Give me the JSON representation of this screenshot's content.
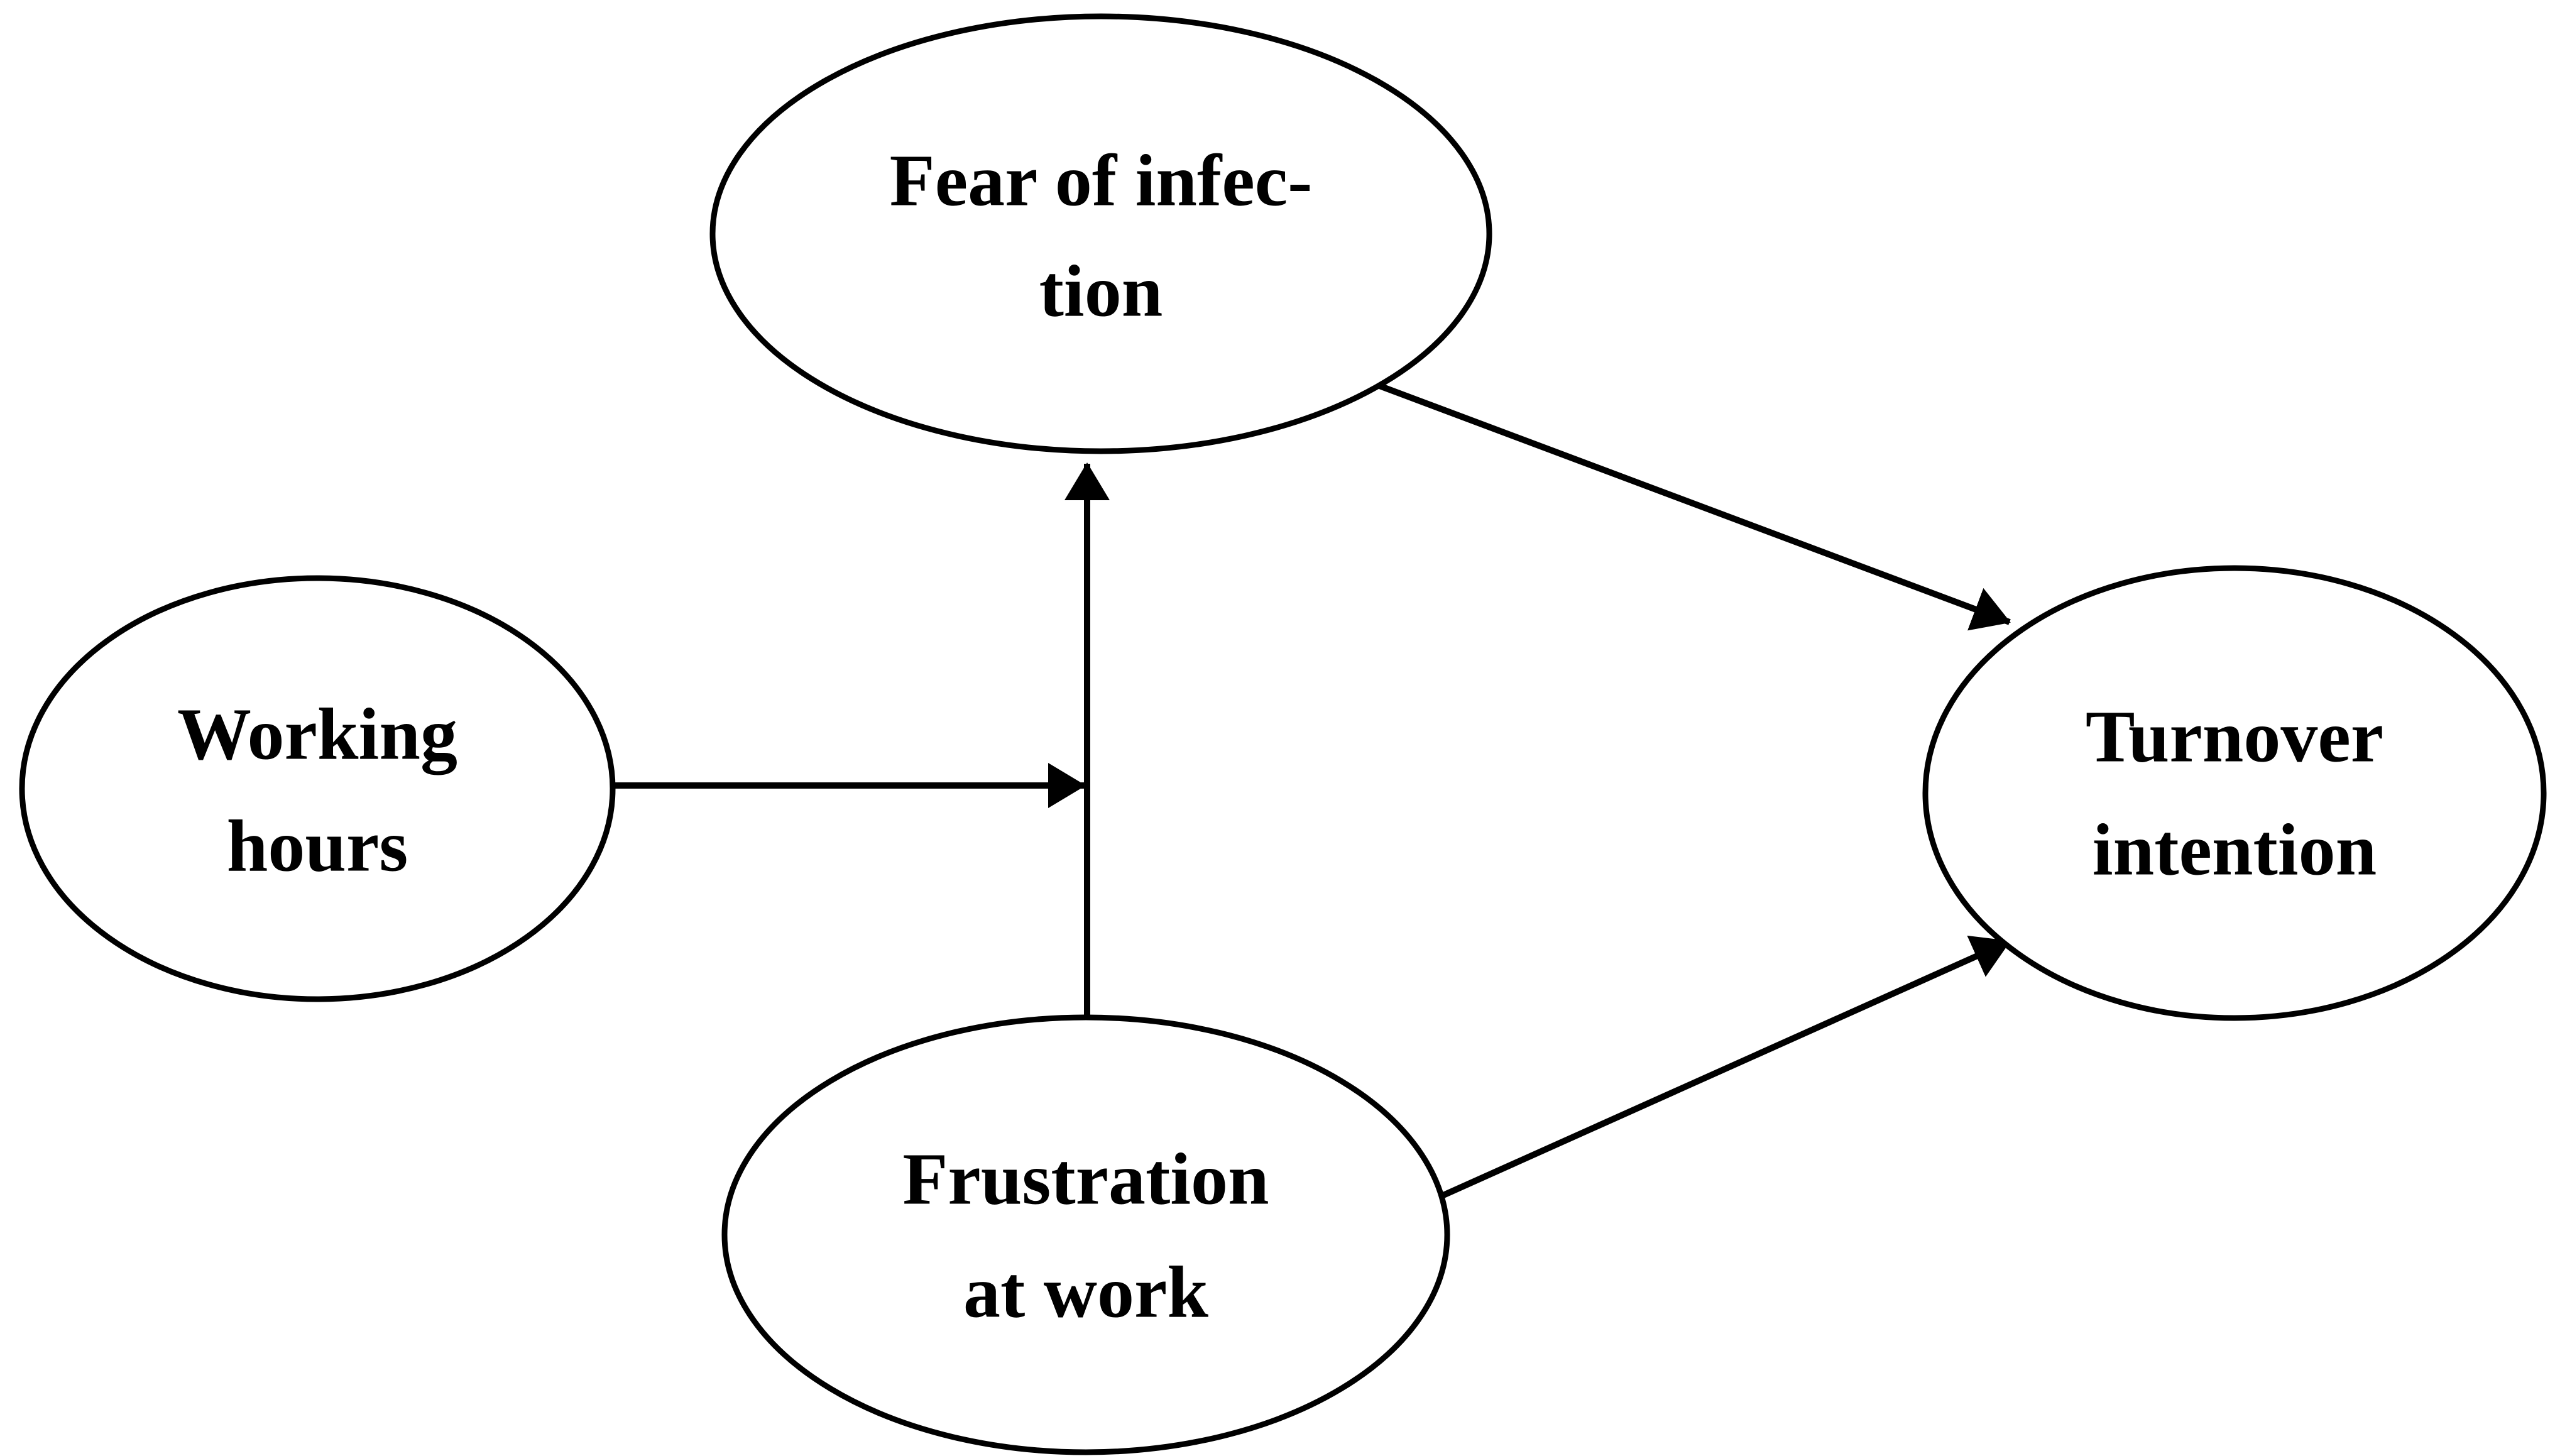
{
  "diagram": {
    "type": "path-model",
    "colors": {
      "background": "#ffffff",
      "line": "#000000",
      "text": "#000000"
    },
    "nodes": {
      "fear": {
        "label": "Fear of infection",
        "line1": "Fear of infec-",
        "line2": "tion"
      },
      "working": {
        "label": "Working hours",
        "line1": "Working",
        "line2": "hours"
      },
      "frustration": {
        "label": "Frustration at work",
        "line1": "Frustration",
        "line2": "at work"
      },
      "turnover": {
        "label": "Turnover intention",
        "line1": "Turnover",
        "line2": "intention"
      }
    },
    "edges": [
      {
        "from": "Working hours",
        "to": "Frustration at work → Fear of infection arrow (moderation point)",
        "direction": "right"
      },
      {
        "from": "Frustration at work",
        "to": "Fear of infection",
        "direction": "up"
      },
      {
        "from": "Fear of infection",
        "to": "Turnover intention",
        "direction": "down-right"
      },
      {
        "from": "Frustration at work",
        "to": "Turnover intention",
        "direction": "up-right"
      }
    ]
  }
}
